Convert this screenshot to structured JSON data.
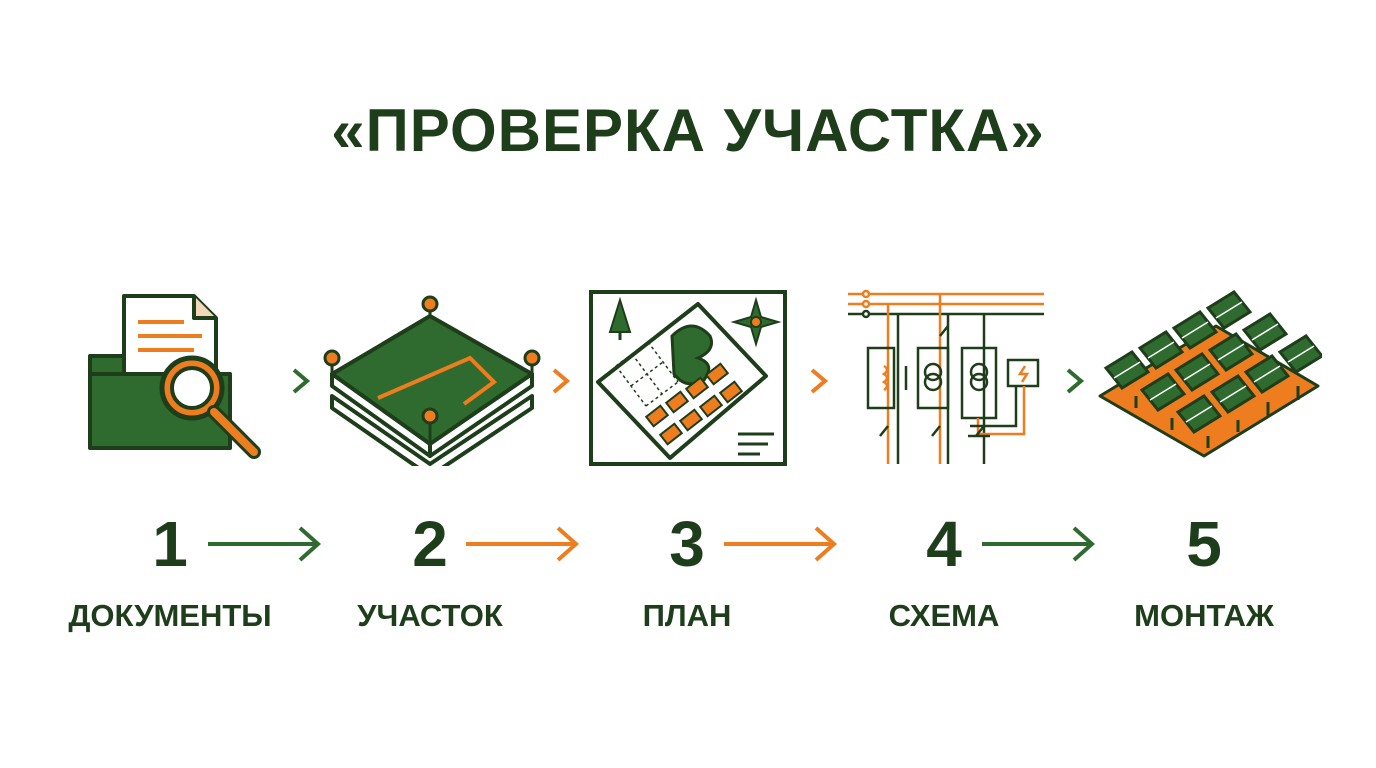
{
  "title": "«ПРОВЕРКА УЧАСТКА»",
  "colors": {
    "dark_green": "#1e3d1a",
    "green": "#2f6b2e",
    "orange": "#ee7d1f"
  },
  "steps": [
    {
      "number": "1",
      "label": "ДОКУМЕНТЫ",
      "icon": "folder-search-icon"
    },
    {
      "number": "2",
      "label": "УЧАСТОК",
      "icon": "land-plot-icon"
    },
    {
      "number": "3",
      "label": "ПЛАН",
      "icon": "site-plan-map-icon"
    },
    {
      "number": "4",
      "label": "СХЕМА",
      "icon": "electrical-scheme-icon"
    },
    {
      "number": "5",
      "label": "МОНТАЖ",
      "icon": "solar-panels-icon"
    }
  ]
}
